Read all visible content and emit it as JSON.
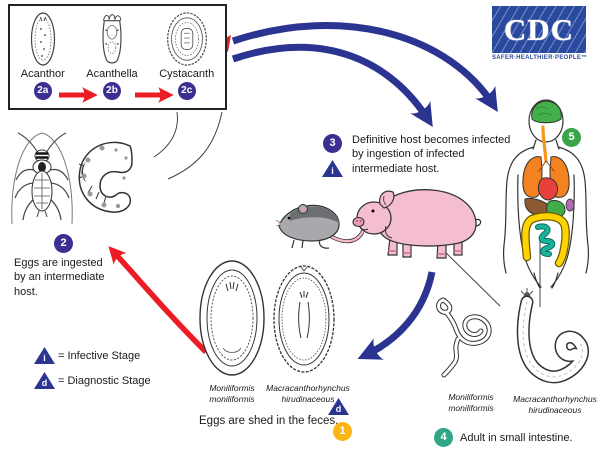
{
  "logo": {
    "text": "CDC",
    "tagline": "SAFER·HEALTHIER·PEOPLE™"
  },
  "stages_box": {
    "items": [
      {
        "label": "Acanthor",
        "badge": "2a"
      },
      {
        "label": "Acanthella",
        "badge": "2b"
      },
      {
        "label": "Cystacanth",
        "badge": "2c"
      }
    ]
  },
  "steps": {
    "step1": {
      "badge": "1",
      "text": "Eggs are shed in the feces."
    },
    "step2": {
      "badge": "2",
      "text": "Eggs are ingested\nby an intermediate\nhost."
    },
    "step3": {
      "badge": "3",
      "text": "Definitive host becomes infected\nby ingestion of infected\nintermediate host."
    },
    "step4": {
      "badge": "4",
      "text": "Adult in small intestine."
    },
    "step5": {
      "badge": "5"
    }
  },
  "legend": {
    "infective": {
      "symbol": "i",
      "label": "= Infective Stage"
    },
    "diagnostic": {
      "symbol": "d",
      "label": "= Diagnostic Stage"
    }
  },
  "species": {
    "egg_left": "Moniliformis\nmoniliformis",
    "egg_right": "Macracanthorhynchus\nhirudinaceous",
    "adult_left": "Moniliformis\nmoniliformis",
    "adult_right": "Macracanthorhynchus\nhirudinaceous"
  },
  "colors": {
    "badge_purple": "#3b3092",
    "badge_yellow": "#fdb515",
    "badge_teal": "#2fa687",
    "badge_green": "#3aa548",
    "arrow_blue": "#2b3490",
    "arrow_red": "#ec1c24",
    "cdc_blue": "#2a4a9f",
    "text_dark": "#1a1a1a"
  }
}
